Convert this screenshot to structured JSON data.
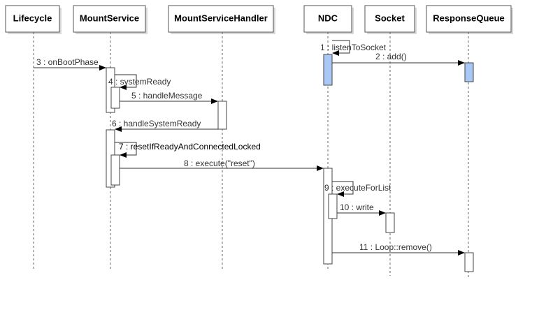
{
  "colors": {
    "box_fill": "#ffffff",
    "box_stroke": "#555555",
    "lifeline": "#666666",
    "activation_fill": "#ffffff",
    "activation_highlight": "#a9c8f5",
    "activation_stroke": "#444444",
    "message_line": "#333333",
    "shadow": "#d8d8d8"
  },
  "lifelines": [
    {
      "id": "lifecycle",
      "label": "Lifecycle"
    },
    {
      "id": "mountservice",
      "label": "MountService"
    },
    {
      "id": "handler",
      "label": "MountServiceHandler"
    },
    {
      "id": "ndc",
      "label": "NDC"
    },
    {
      "id": "socket",
      "label": "Socket"
    },
    {
      "id": "responsequeue",
      "label": "ResponseQueue"
    }
  ],
  "messages": [
    {
      "id": "m1",
      "label": "1 : listenToSocket"
    },
    {
      "id": "m2",
      "label": "2 : add()"
    },
    {
      "id": "m3",
      "label": "3 : onBootPhase"
    },
    {
      "id": "m4",
      "label": "4 : systemReady"
    },
    {
      "id": "m5",
      "label": "5 : handleMessage"
    },
    {
      "id": "m6",
      "label": "6 : handleSystemReady"
    },
    {
      "id": "m7",
      "label": "7 : resetIfReadyAndConnectedLocked"
    },
    {
      "id": "m8",
      "label": "8 : execute(\"reset\")"
    },
    {
      "id": "m9",
      "label": "9 : executeForList"
    },
    {
      "id": "m10",
      "label": "10 : write"
    },
    {
      "id": "m11",
      "label": "11 : Loop::remove()"
    }
  ]
}
